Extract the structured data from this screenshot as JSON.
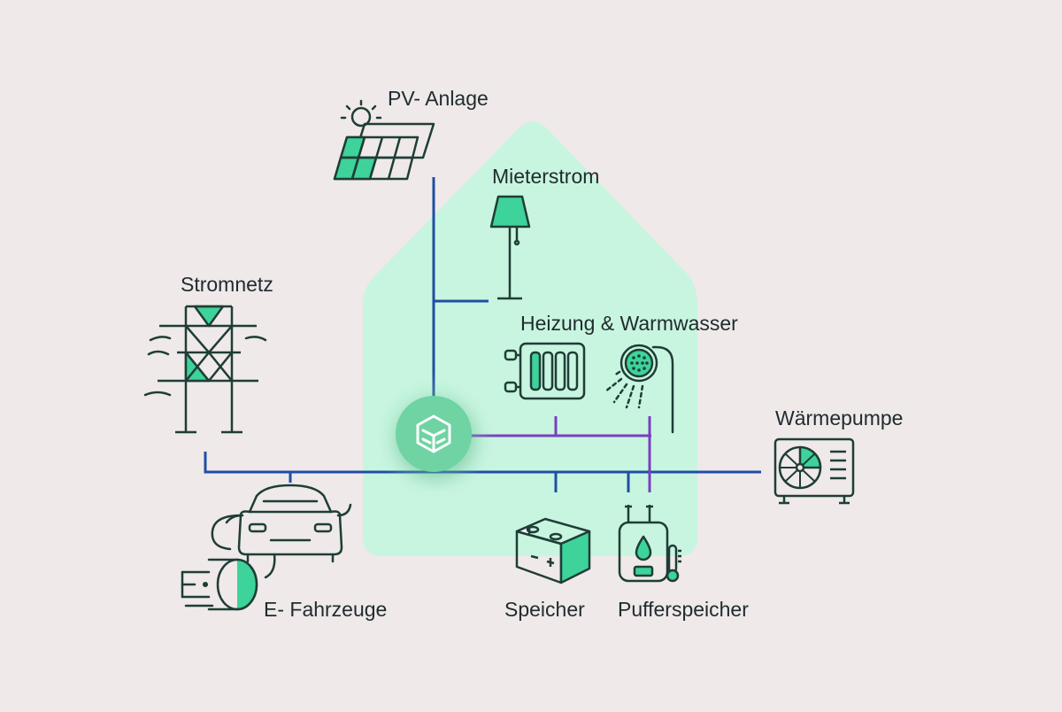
{
  "labels": {
    "pv": "PV- Anlage",
    "mieterstrom": "Mieterstrom",
    "stromnetz": "Stromnetz",
    "heizung": "Heizung & Warmwasser",
    "waermepumpe": "Wärmepumpe",
    "speicher": "Speicher",
    "pufferspeicher": "Pufferspeicher",
    "efahrzeuge": "E- Fahrzeuge"
  },
  "colors": {
    "background": "#efe9e9",
    "house": "#c8f5df",
    "hub": "#6fd3a3",
    "electric_line": "#1f4fa3",
    "heat_line": "#7a3fbf",
    "icon_stroke": "#1f3d36",
    "icon_fill": "#3dd39a"
  },
  "icons": {
    "pv": "solar-panel-icon",
    "mieterstrom": "floor-lamp-icon",
    "stromnetz": "power-pylon-icon",
    "heizung": "radiator-icon",
    "warmwasser": "shower-icon",
    "waermepumpe": "heat-pump-icon",
    "speicher": "battery-icon",
    "pufferspeicher": "water-tank-icon",
    "efahrzeuge": "electric-car-icon",
    "hub": "energy-hub-logo-icon"
  }
}
